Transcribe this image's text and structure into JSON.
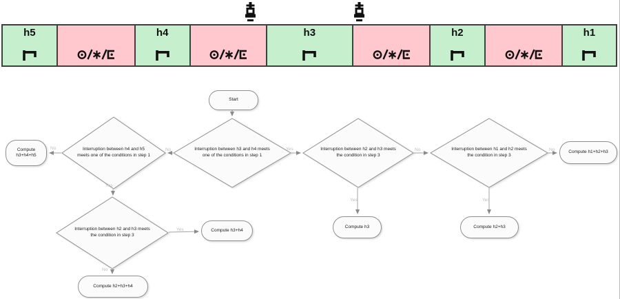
{
  "timeline": {
    "green_color": "#c6efce",
    "pink_color": "#ffc7ce",
    "sleep_icon": "bed-icon",
    "wake_icons": [
      "circle-dot-icon",
      "slash",
      "six-point-star-icon",
      "slash",
      "square-dot-icon"
    ],
    "segments": [
      {
        "kind": "sleep",
        "label": "h5"
      },
      {
        "kind": "wake"
      },
      {
        "kind": "sleep",
        "label": "h4"
      },
      {
        "kind": "wake"
      },
      {
        "kind": "sleep",
        "label": "h3"
      },
      {
        "kind": "wake"
      },
      {
        "kind": "sleep",
        "label": "h2"
      },
      {
        "kind": "wake"
      },
      {
        "kind": "sleep",
        "label": "h1"
      }
    ],
    "markers": [
      {
        "icon": "pin-marker-icon"
      },
      {
        "icon": "pin-marker-icon"
      }
    ]
  },
  "flowchart": {
    "nodes": {
      "start": {
        "label": "Start"
      },
      "d_h3h4": {
        "label": "Interruption between h3 and h4 meets one of the conditions in step 1"
      },
      "d_h4h5": {
        "label": "Interruption between h4 and h5 meets one of the conditions in step 1"
      },
      "d_h2h3_left": {
        "label": "Interruption between h2 and h3 meets the condition in step 3"
      },
      "d_h2h3_right": {
        "label": "Interruption between h2 and h3 meets the condition in step 3"
      },
      "d_h1h2": {
        "label": "Interruption between h1 and h2 meets the condition in step 3"
      },
      "t_h3h4h5": {
        "label": "Compute h3+h4+h5"
      },
      "t_h3h4": {
        "label": "Compute h3+h4"
      },
      "t_h2h3h4": {
        "label": "Compute h2+h3+h4"
      },
      "t_h3": {
        "label": "Compute h3"
      },
      "t_h2h3": {
        "label": "Compute h2+h3"
      },
      "t_h1h2h3": {
        "label": "Compute h1+h2+h3"
      }
    },
    "edges": [
      {
        "from": "start",
        "to": "d_h3h4",
        "label": ""
      },
      {
        "from": "d_h3h4",
        "to": "d_h4h5",
        "label": "No"
      },
      {
        "from": "d_h4h5",
        "to": "t_h3h4h5",
        "label": "No"
      },
      {
        "from": "d_h4h5",
        "to": "d_h2h3_left",
        "label": "Yes"
      },
      {
        "from": "d_h3h4",
        "to": "d_h2h3_right",
        "label": "Yes"
      },
      {
        "from": "d_h2h3_right",
        "to": "d_h1h2",
        "label": "No"
      },
      {
        "from": "d_h1h2",
        "to": "t_h1h2h3",
        "label": "No"
      },
      {
        "from": "d_h2h3_right",
        "to": "t_h3",
        "label": "Yes"
      },
      {
        "from": "d_h1h2",
        "to": "t_h2h3",
        "label": "Yes"
      },
      {
        "from": "d_h2h3_left",
        "to": "t_h3h4",
        "label": "Yes"
      },
      {
        "from": "d_h2h3_left",
        "to": "t_h2h3h4",
        "label": "No"
      }
    ]
  }
}
